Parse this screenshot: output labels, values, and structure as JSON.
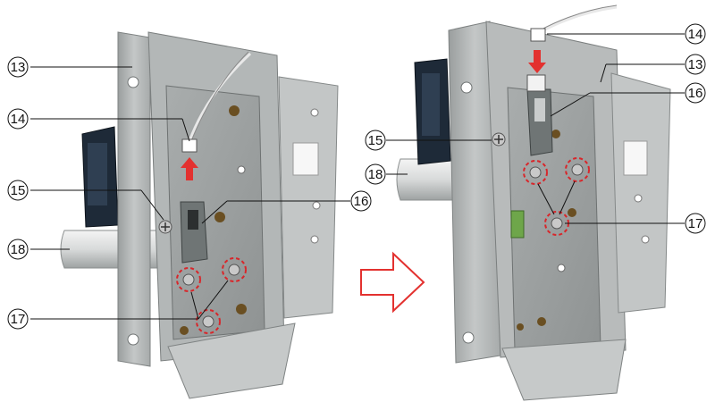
{
  "left_view": {
    "callouts": [
      {
        "id": "13",
        "label": "13"
      },
      {
        "id": "14",
        "label": "14"
      },
      {
        "id": "15",
        "label": "15"
      },
      {
        "id": "16",
        "label": "16"
      },
      {
        "id": "17",
        "label": "17"
      },
      {
        "id": "18",
        "label": "18"
      }
    ]
  },
  "right_view": {
    "callouts": [
      {
        "id": "14",
        "label": "14"
      },
      {
        "id": "13",
        "label": "13"
      },
      {
        "id": "16",
        "label": "16"
      },
      {
        "id": "15",
        "label": "15"
      },
      {
        "id": "18",
        "label": "18"
      },
      {
        "id": "17",
        "label": "17"
      }
    ]
  },
  "colors": {
    "arrow_red": "#e3312f",
    "dashed_highlight": "#d8262a",
    "metal": "#b9bcbc",
    "metal_dark": "#8c9090",
    "arrow_outline": "#e3312f"
  },
  "icons": {
    "transition_arrow": "hollow-right-arrow-icon",
    "insert_arrow": "red-up-arrow-icon",
    "push_arrow": "red-down-arrow-icon"
  }
}
